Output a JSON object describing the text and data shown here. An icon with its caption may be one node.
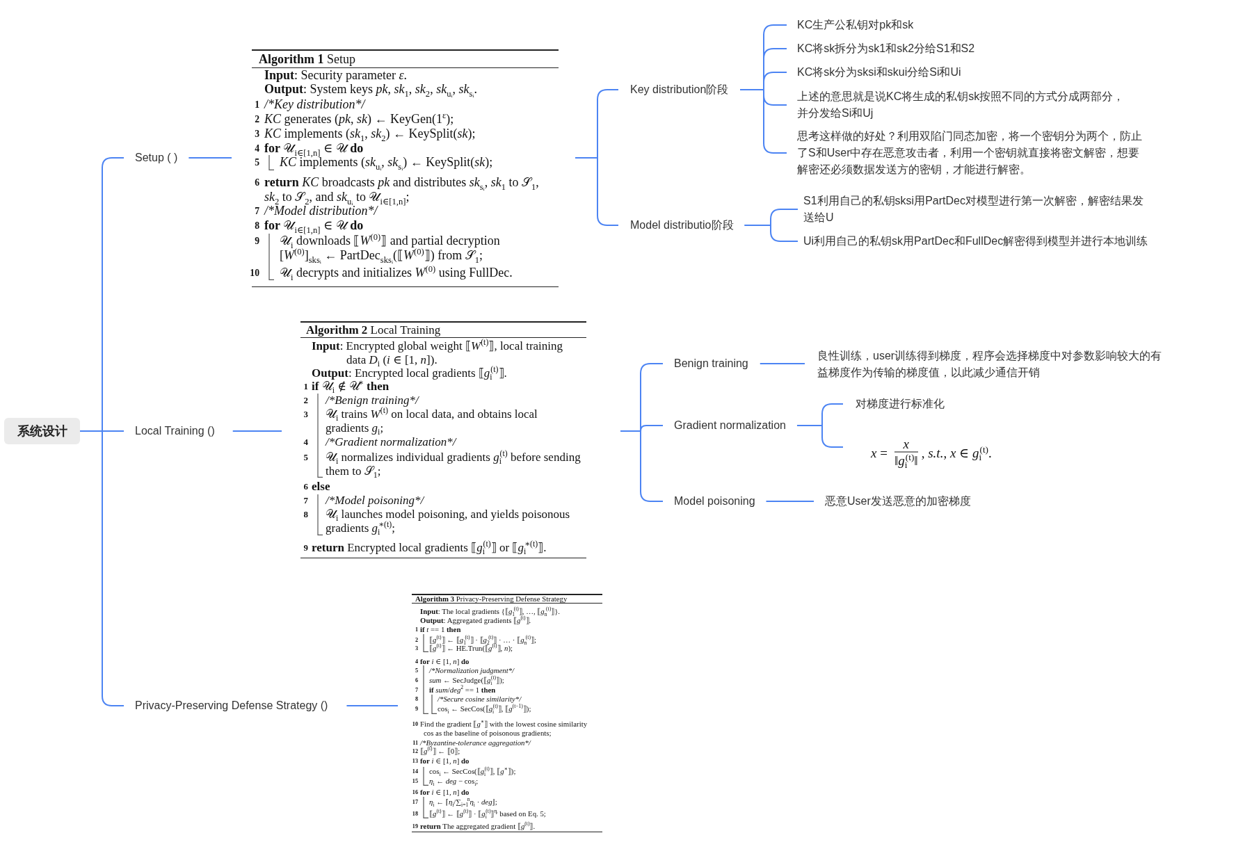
{
  "diagram": {
    "nodes": [
      {
        "text": [
          "系统设计"
        ]
      },
      {
        "text": [
          "Setup ( )"
        ]
      },
      {
        "text": [
          "**Algorithm 1** Setup",
          "**Input**: Security parameter *ε*.",
          "**Output**: System keys *pk*, *sk*$_{1}$, *sk*$_{2}$, *sk*$_{uᵢ}$, *sk*$_{sᵢ}$.",
          "1",
          "/*Key distribution*/",
          "2",
          "*KC* generates (*pk*, *sk*) ← KeyGen(1$^{ε}$);",
          "3",
          "*KC* implements (*sk*$_{1}$, *sk*$_{2}$) ← KeySplit(*sk*);",
          "4",
          "**for** 𝒰$_{i∈[1,n]}$ ∈ 𝒰 **do**",
          "5",
          "*KC* implements (*sk*$_{uᵢ}$, *sk*$_{sᵢ}$) ← KeySplit(*sk*);",
          "6",
          "**return** *KC* broadcasts *pk* and distributes *sk*$_{sᵢ}$, *sk*$_{1}$ to 𝒮$_{1}$, *sk*$_{2}$ to 𝒮$_{2}$, and *sk*$_{uᵢ}$ to 𝒰$_{i∈[1,n]}$;",
          "7",
          "/*Model distribution*/",
          "8",
          "**for** 𝒰$_{i∈[1,n]}$ ∈ 𝒰 **do**",
          "9",
          "𝒰$_{i}$ downloads ⟦*W*$^{(0)}$⟧ and partial decryption [*W*$^{(0)}$]$_{sksᵢ}$ ← PartDec$_{sksᵢ}$(⟦*W*$^{(0)}$⟧) from 𝒮$_{1}$;",
          "10",
          "𝒰$_{i}$ decrypts and initializes *W*$^{(0)}$ using FullDec."
        ]
      },
      {
        "text": [
          "Key distribution阶段"
        ]
      },
      {
        "text": [
          "KC生产公私钥对pk和sk"
        ]
      },
      {
        "text": [
          "KC将sk拆分为sk1和sk2分给S1和S2"
        ]
      },
      {
        "text": [
          "KC将sk分为sksi和skui分给Si和Ui"
        ]
      },
      {
        "text": [
          "上述的意思就是说KC将生成的私钥sk按照不同的方式分成两部分，并分发给Si和Uj"
        ]
      },
      {
        "text": [
          "思考这样做的好处？利用双陷门同态加密，将一个密钥分为两个，防止了S和User中存在恶意攻击者，利用一个密钥就直接将密文解密，想要解密还必须数据发送方的密钥，才能进行解密。"
        ]
      },
      {
        "text": [
          "Model distributio阶段"
        ]
      },
      {
        "text": [
          "S1利用自己的私钥sksi用PartDec对模型进行第一次解密，解密结果发送给U"
        ]
      },
      {
        "text": [
          "Ui利用自己的私钥sk用PartDec和FullDec解密得到模型并进行本地训练"
        ]
      },
      {
        "text": [
          "Local Training ()"
        ]
      },
      {
        "text": [
          "**Algorithm 2** Local Training",
          "**Input**: Encrypted global weight ⟦*W*$^{(t)}$⟧, local training data *D*$_{i}$ (*i* ∈ [1, *n*]).",
          "**Output**: Encrypted local gradients ⟦*g*$_{i}$$^{(t)}$⟧.",
          "1",
          "**if** 𝒰$_{i}$ ∉ 𝒰$^{∗}$ **then**",
          "2",
          "/*Benign training*/",
          "3",
          "𝒰$_{i}$ trains *W*$^{(t)}$ on local data, and obtains local gradients *g*$_{i}$;",
          "4",
          "/*Gradient normalization*/",
          "5",
          "𝒰$_{i}$ normalizes individual gradients *g*$_{i}$$^{(t)}$ before sending them to 𝒮$_{1}$;",
          "6",
          "**else**",
          "7",
          "/*Model poisoning*/",
          "8",
          "𝒰$_{i}$ launches model poisoning, and yields poisonous gradients *g*$_{i}$$^{∗(t)}$;",
          "9",
          "**return** Encrypted local gradients ⟦*g*$_{i}$$^{(t)}$⟧ or ⟦*g*$_{i}$$^{∗(t)}$⟧."
        ]
      },
      {
        "text": [
          "Benign training"
        ]
      },
      {
        "text": [
          "良性训练，user训练得到梯度，程序会选择梯度中对参数影响较大的有益梯度作为传输的梯度值，以此减少通信开销"
        ]
      },
      {
        "text": [
          "Gradient normalization"
        ]
      },
      {
        "text": [
          "对梯度进行标准化"
        ]
      },
      {
        "text": [
          "*x* =",
          "x",
          "‖*g*$_{i}$$^{(t)}$‖",
          ", *s.t.*, *x* ∈ *g*$_{i}$$^{(t)}$."
        ]
      },
      {
        "text": [
          "Model poisoning"
        ]
      },
      {
        "text": [
          "恶意User发送恶意的加密梯度"
        ]
      },
      {
        "text": [
          "Privacy-Preserving Defense Strategy ()"
        ]
      },
      {
        "text": [
          "**Algorithm 3** Privacy-Preserving Defense Strategy",
          "**Input**: The local gradients {⟦*g*$_{1}$$^{(t)}$⟧, …, ⟦*g*$_{n}$$^{(t)}$⟧}.",
          "**Output**: Aggregated gradients ⟦*g*$^{(t)}$⟧.",
          "1",
          "**if** *t* == 1 **then**",
          "2",
          "⟦*g*$^{(t)}$⟧ ← ⟦*g*$_{1}$$^{(t)}$⟧ · ⟦*g*$_{2}$$^{(t)}$⟧ · … · ⟦*g*$_{n}$$^{(t)}$⟧;",
          "3",
          "⟦*g*$^{(t)}$⟧ ← HE.Trun(⟦*g*$^{(t)}$⟧, *n*);",
          "4",
          "**for** *i* ∈ [1, *n*] **do**",
          "5",
          "/*Normalization judgment*/",
          "6",
          "*sum* ← SecJudge(⟦*g*$_{i}$$^{(t)}$⟧);",
          "7",
          "**if** *sum*/*deg*$^{2}$ == 1 **then**",
          "8",
          "/*Secure cosine similarity*/",
          "9",
          "cos$_{i}$ ← SecCos(⟦*g*$_{i}$$^{(t)}$⟧, ⟦*g*$^{(t−1)}$⟧);",
          "10",
          "Find the gradient ⟦*g*$^{∗}$⟧ with the lowest cosine similarity cos as the baseline of poisonous gradients;",
          "11",
          "/*Byzantine-tolerance aggregation*/",
          "12",
          "⟦*g*$^{(t)}$⟧ ← ⟦0⟧;",
          "13",
          "**for** *i* ∈ [1, *n*] **do**",
          "14",
          "cos$_{i}$ ← SecCos(⟦*g*$_{i}$$^{(t)}$⟧, ⟦*g*$^{∗}$⟧);",
          "15",
          "*η*$_{i}$ ← *deg* − cos$_{i}$;",
          "16",
          "**for** *i* ∈ [1, *n*] **do**",
          "17",
          "*η*$_{i}$ ← ⌈*η*$_{i}$/∑$_{i=1}$$^{n}$*η*$_{i}$ · *deg*⌋;",
          "18",
          "⟦*g*$^{(t)}$⟧ ← ⟦*g*$^{(t)}$⟧ · ⟦*g*$_{i}$$^{(t)}$⟧$^{ηᵢ}$ based on Eq. 5;",
          "19",
          "**return** The aggregated gradient ⟦*g*$^{(t)}$⟧."
        ]
      }
    ],
    "edges": [
      {
        "from": 0,
        "to": 1,
        "arrow": "none"
      },
      {
        "from": 0,
        "to": 12,
        "arrow": "none"
      },
      {
        "from": 0,
        "to": 21,
        "arrow": "none"
      },
      {
        "from": 1,
        "to": 2,
        "arrow": "none"
      },
      {
        "from": 2,
        "to": 3,
        "arrow": "none"
      },
      {
        "from": 2,
        "to": 9,
        "arrow": "none"
      },
      {
        "from": 3,
        "to": 4,
        "arrow": "none"
      },
      {
        "from": 3,
        "to": 5,
        "arrow": "none"
      },
      {
        "from": 3,
        "to": 6,
        "arrow": "none"
      },
      {
        "from": 3,
        "to": 7,
        "arrow": "none"
      },
      {
        "from": 3,
        "to": 8,
        "arrow": "none"
      },
      {
        "from": 9,
        "to": 10,
        "arrow": "none"
      },
      {
        "from": 9,
        "to": 11,
        "arrow": "none"
      },
      {
        "from": 12,
        "to": 13,
        "arrow": "none"
      },
      {
        "from": 13,
        "to": 14,
        "arrow": "none"
      },
      {
        "from": 13,
        "to": 16,
        "arrow": "none"
      },
      {
        "from": 13,
        "to": 19,
        "arrow": "none"
      },
      {
        "from": 14,
        "to": 15,
        "arrow": "none"
      },
      {
        "from": 16,
        "to": 17,
        "arrow": "none"
      },
      {
        "from": 16,
        "to": 18,
        "arrow": "none"
      },
      {
        "from": 19,
        "to": 20,
        "arrow": "none"
      },
      {
        "from": 21,
        "to": 22,
        "arrow": "none"
      }
    ]
  }
}
